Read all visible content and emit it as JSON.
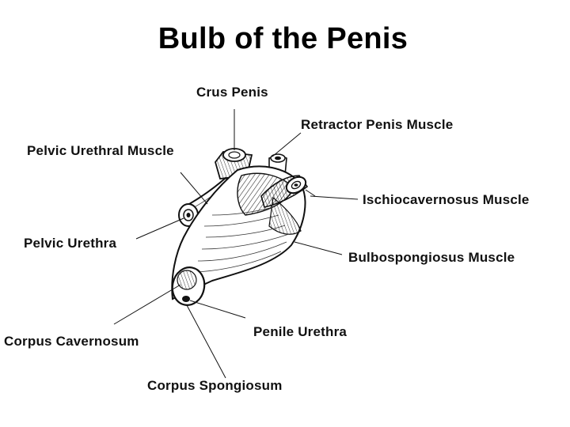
{
  "title": "Bulb of the Penis",
  "labels": {
    "crus_penis": "Crus Penis",
    "retractor_penis_muscle": "Retractor Penis Muscle",
    "pelvic_urethral_muscle": "Pelvic Urethral Muscle",
    "ischiocavernosus_muscle": "Ischiocavernosus Muscle",
    "pelvic_urethra": "Pelvic Urethra",
    "bulbospongiosus_muscle": "Bulbospongiosus Muscle",
    "corpus_cavernosum": "Corpus Cavernosum",
    "penile_urethra": "Penile Urethra",
    "corpus_spongiosum": "Corpus Spongiosum"
  },
  "colors": {
    "ink": "#111111",
    "background": "#ffffff"
  }
}
